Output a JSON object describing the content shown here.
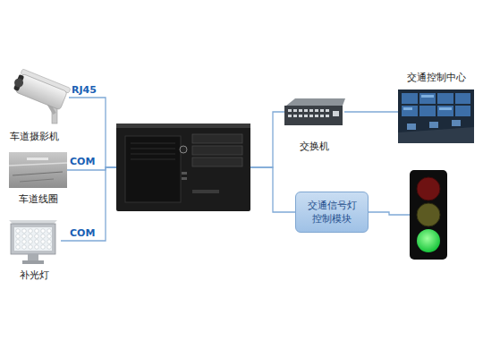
{
  "diagram": {
    "nodes": [
      {
        "text": [
          "车道摄影机"
        ]
      },
      {
        "text": [
          "车道线圈"
        ]
      },
      {
        "text": [
          "补光灯"
        ]
      },
      {
        "text": []
      },
      {
        "text": [
          "交换机"
        ]
      },
      {
        "text": [
          "交通控制中心"
        ]
      },
      {
        "text": [
          "交通信号灯 控制模块"
        ]
      },
      {
        "text": []
      }
    ],
    "edges": [
      {
        "from": 0,
        "to": 3,
        "label": "RJ45",
        "arrow": "none"
      },
      {
        "from": 1,
        "to": 3,
        "label": "COM",
        "arrow": "none"
      },
      {
        "from": 2,
        "to": 3,
        "label": "COM",
        "arrow": "none"
      },
      {
        "from": 3,
        "to": 4,
        "arrow": "none"
      },
      {
        "from": 3,
        "to": 6,
        "arrow": "none"
      },
      {
        "from": 4,
        "to": 5,
        "arrow": "none"
      },
      {
        "from": 6,
        "to": 7,
        "arrow": "none"
      }
    ]
  }
}
